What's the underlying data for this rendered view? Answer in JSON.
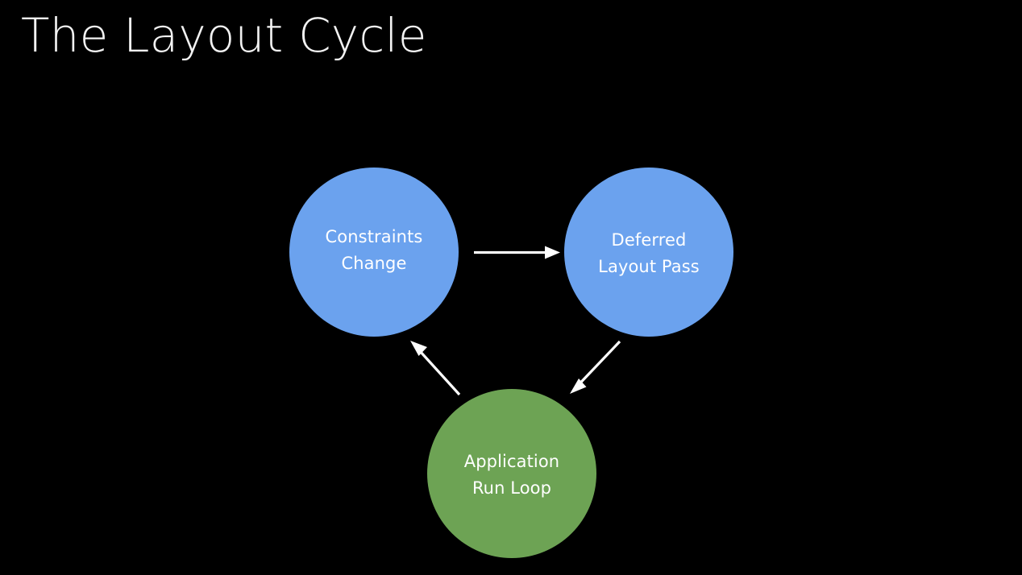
{
  "slide": {
    "title": "The Layout Cycle",
    "background_color": "#000000",
    "title_color": "#f2f2f2"
  },
  "diagram": {
    "type": "cycle",
    "node_colors": {
      "blue": "#6ba2ee",
      "green": "#6da354"
    },
    "arrow_color": "#ffffff",
    "nodes": [
      {
        "id": "constraints-change",
        "label": "Constraints\nChange",
        "line1": "Constraints",
        "line2": "Change",
        "color": "#6ba2ee",
        "text_color": "#ffffff"
      },
      {
        "id": "deferred-layout-pass",
        "label": "Deferred\nLayout Pass",
        "line1": "Deferred",
        "line2": "Layout Pass",
        "color": "#6ba2ee",
        "text_color": "#ffffff"
      },
      {
        "id": "application-run-loop",
        "label": "Application\nRun Loop",
        "line1": "Application",
        "line2": "Run Loop",
        "color": "#6da354",
        "text_color": "#ffffff"
      }
    ],
    "arrows": [
      {
        "id": "constraints-to-deferred",
        "from": "constraints-change",
        "to": "deferred-layout-pass",
        "direction": "right"
      },
      {
        "id": "deferred-to-runloop",
        "from": "deferred-layout-pass",
        "to": "application-run-loop",
        "direction": "down-left"
      },
      {
        "id": "runloop-to-constraints",
        "from": "application-run-loop",
        "to": "constraints-change",
        "direction": "up-left"
      }
    ]
  }
}
